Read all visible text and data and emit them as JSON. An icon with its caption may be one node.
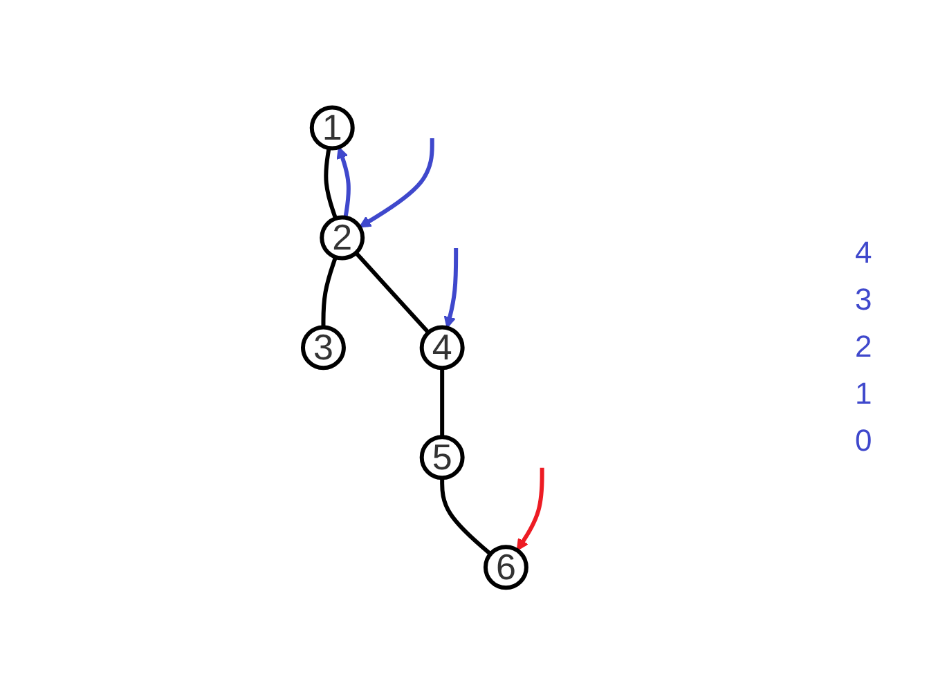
{
  "diagram": {
    "nodes": [
      {
        "text": [
          "1"
        ]
      },
      {
        "text": [
          "2"
        ]
      },
      {
        "text": [
          "3"
        ]
      },
      {
        "text": [
          "4"
        ]
      },
      {
        "text": [
          "5"
        ]
      },
      {
        "text": [
          "6"
        ]
      }
    ],
    "edges": [
      {
        "from": 0,
        "to": 1,
        "arrow": "none"
      },
      {
        "from": 1,
        "to": 2,
        "arrow": "none"
      },
      {
        "from": 1,
        "to": 3,
        "arrow": "none"
      },
      {
        "from": 3,
        "to": 4,
        "arrow": "none"
      },
      {
        "from": 4,
        "to": 5,
        "arrow": "none"
      },
      {
        "from": null,
        "to": 5,
        "arrow": "to",
        "color": "#ed1c24"
      },
      {
        "from": null,
        "to": 3,
        "arrow": "to",
        "color": "#3f48cc"
      },
      {
        "from": null,
        "to": 1,
        "arrow": "to",
        "color": "#3f48cc"
      },
      {
        "from": 1,
        "to": 0,
        "arrow": "to",
        "color": "#3f48cc"
      }
    ],
    "labels": [
      "4",
      "3",
      "2",
      "1",
      "0"
    ]
  }
}
